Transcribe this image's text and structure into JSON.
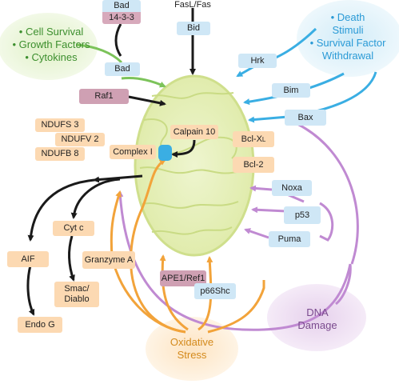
{
  "top": {
    "fasl_fas": "FasL/Fas",
    "bid": "Bid",
    "bad_top": "Bad",
    "bad_1433": "14-3-3",
    "bad_lower": "Bad"
  },
  "clouds": {
    "green": [
      "• Cell Survival",
      "• Growth Factors",
      "• Cytokines"
    ],
    "blue": [
      "• Death",
      "Stimuli",
      "• Survival Factor",
      "Withdrawal"
    ],
    "oxidative": [
      "Oxidative",
      "Stress"
    ],
    "dna": [
      "DNA",
      "Damage"
    ]
  },
  "left": {
    "raf1": "Raf1",
    "ndufs3": "NDUFS 3",
    "ndufv2": "NDUFV 2",
    "ndufb8": "NDUFB 8"
  },
  "mito": {
    "calpain": "Calpain 10",
    "complex1": "Complex I",
    "bclxl_main": "Bcl-X",
    "bclxl_sub": "L",
    "bcl2": "Bcl-2"
  },
  "right": {
    "hrk": "Hrk",
    "bim": "Bim",
    "bax": "Bax",
    "noxa": "Noxa",
    "p53": "p53",
    "puma": "Puma"
  },
  "bottom": {
    "aif": "AIF",
    "endog": "Endo G",
    "cytc": "Cyt c",
    "smac": [
      "Smac/",
      "Diablo"
    ],
    "granzyme": "Granzyme A",
    "ape1": "APE1/Ref1",
    "p66shc": "p66Shc"
  }
}
